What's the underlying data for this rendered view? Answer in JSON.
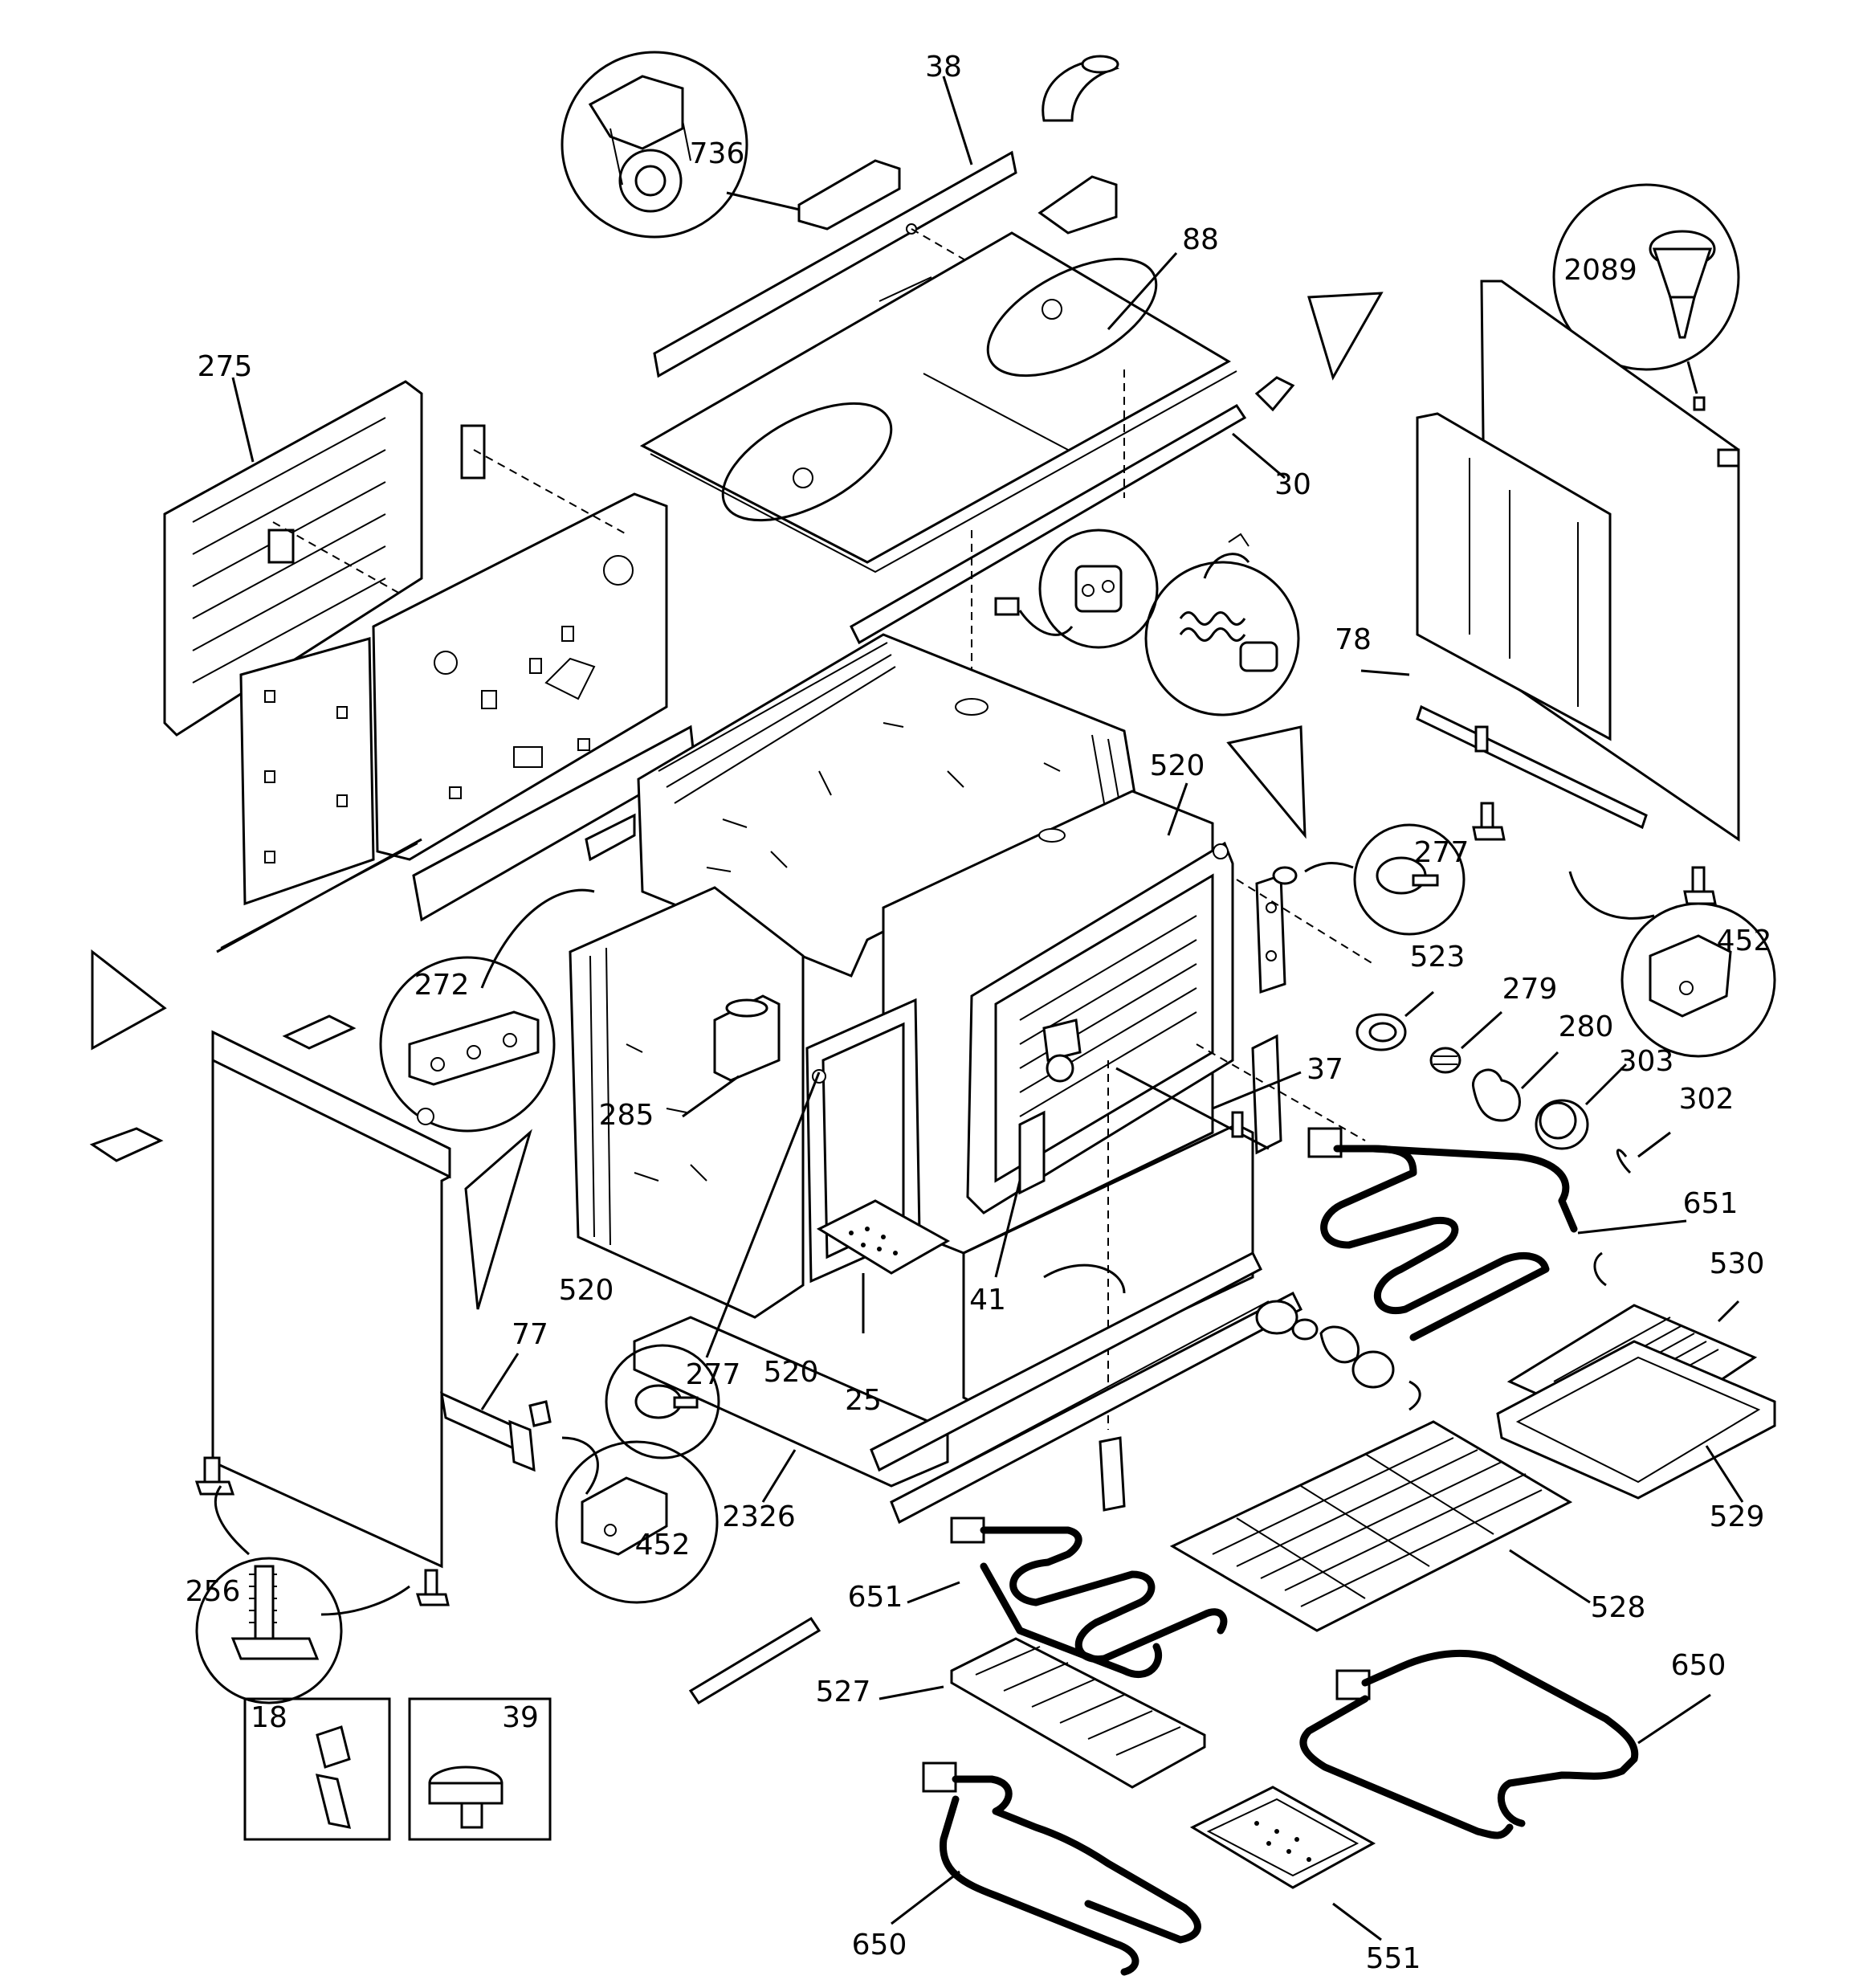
{
  "labels": {
    "p38": "38",
    "p736": "736",
    "p88": "88",
    "p2089": "2089",
    "p275": "275",
    "p30": "30",
    "p78": "78",
    "p520a": "520",
    "p277a": "277",
    "p452a": "452",
    "p272": "272",
    "p523": "523",
    "p279": "279",
    "p280": "280",
    "p303": "303",
    "p285": "285",
    "p37": "37",
    "p302": "302",
    "p651a": "651",
    "p520b": "520",
    "p41": "41",
    "p530": "530",
    "p77": "77",
    "p277b": "277",
    "p520c": "520",
    "p25": "25",
    "p529": "529",
    "p452b": "452",
    "p2326": "2326",
    "p528": "528",
    "p256": "256",
    "p651b": "651",
    "p650a": "650",
    "p527": "527",
    "p18": "18",
    "p39": "39",
    "p650b": "650",
    "p551": "551"
  }
}
